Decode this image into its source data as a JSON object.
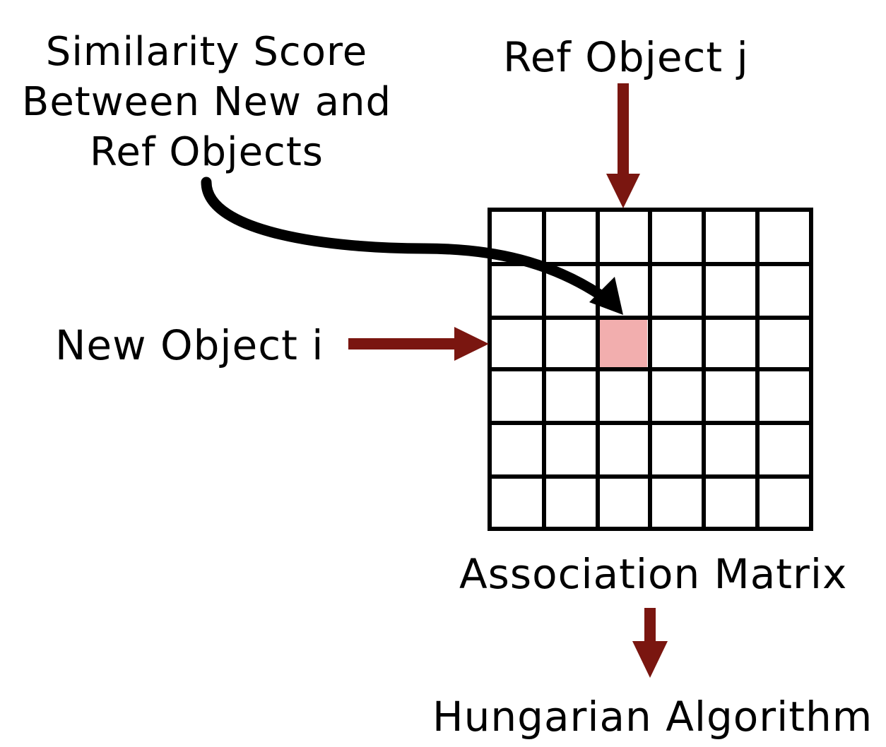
{
  "labels": {
    "similarity": [
      "Similarity Score",
      "Between New and",
      "Ref Objects"
    ],
    "ref_object": "Ref Object j",
    "new_object": "New Object i",
    "matrix": "Association Matrix",
    "algorithm": "Hungarian Algorithm"
  },
  "matrix": {
    "rows": 6,
    "cols": 6,
    "highlight_row": 2,
    "highlight_col": 2
  },
  "colors": {
    "arrow": "#7a1610",
    "highlight": "#f2aeae",
    "grid": "#000000",
    "curve": "#000000"
  }
}
